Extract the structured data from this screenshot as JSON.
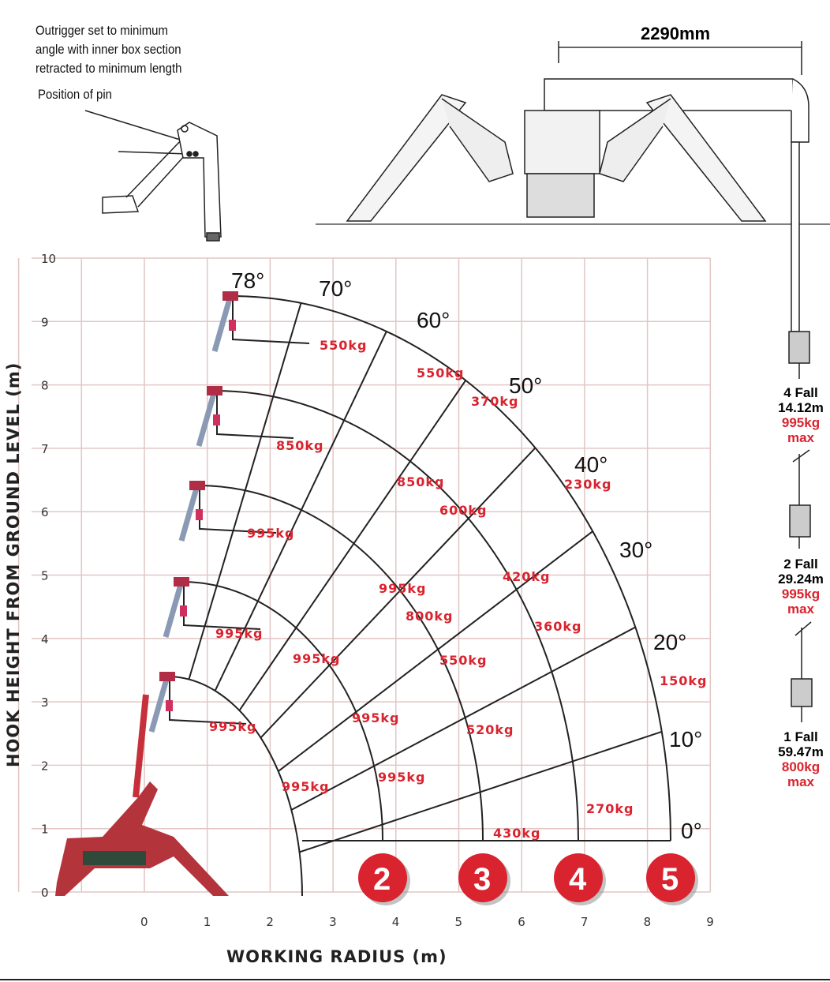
{
  "notes": {
    "outrigger_line1": "Outrigger set to minimum",
    "outrigger_line2": "angle with inner box section",
    "outrigger_line3": "retracted to minimum length",
    "pin": "Position of pin"
  },
  "dimension": "2290mm",
  "falls": [
    {
      "name": "4 Fall",
      "length": "14.12m",
      "capacity": "995kg",
      "max": "max"
    },
    {
      "name": "2 Fall",
      "length": "29.24m",
      "capacity": "995kg",
      "max": "max"
    },
    {
      "name": "1 Fall",
      "length": "59.47m",
      "capacity": "800kg",
      "max": "max"
    }
  ],
  "chart": {
    "ylabel": "HOOK HEIGHT FROM GROUND LEVEL (m)",
    "xlabel": "WORKING RADIUS (m)",
    "x_ticks": [
      "0",
      "1",
      "2",
      "3",
      "4",
      "5",
      "6",
      "7",
      "8",
      "9"
    ],
    "y_ticks": [
      "0",
      "1",
      "2",
      "3",
      "4",
      "5",
      "6",
      "7",
      "8",
      "9",
      "10"
    ],
    "angles": [
      "78°",
      "70°",
      "60°",
      "50°",
      "40°",
      "30°",
      "20°",
      "10°",
      "0°"
    ],
    "boom_sections": [
      "2",
      "3",
      "4",
      "5"
    ],
    "loads": [
      "550kg",
      "550kg",
      "370kg",
      "850kg",
      "850kg",
      "600kg",
      "230kg",
      "995kg",
      "995kg",
      "420kg",
      "800kg",
      "360kg",
      "995kg",
      "995kg",
      "550kg",
      "150kg",
      "995kg",
      "995kg",
      "520kg",
      "995kg",
      "995kg",
      "270kg",
      "430kg"
    ],
    "colors": {
      "accent": "#d9232e",
      "grid": "#e2c6c6"
    }
  }
}
